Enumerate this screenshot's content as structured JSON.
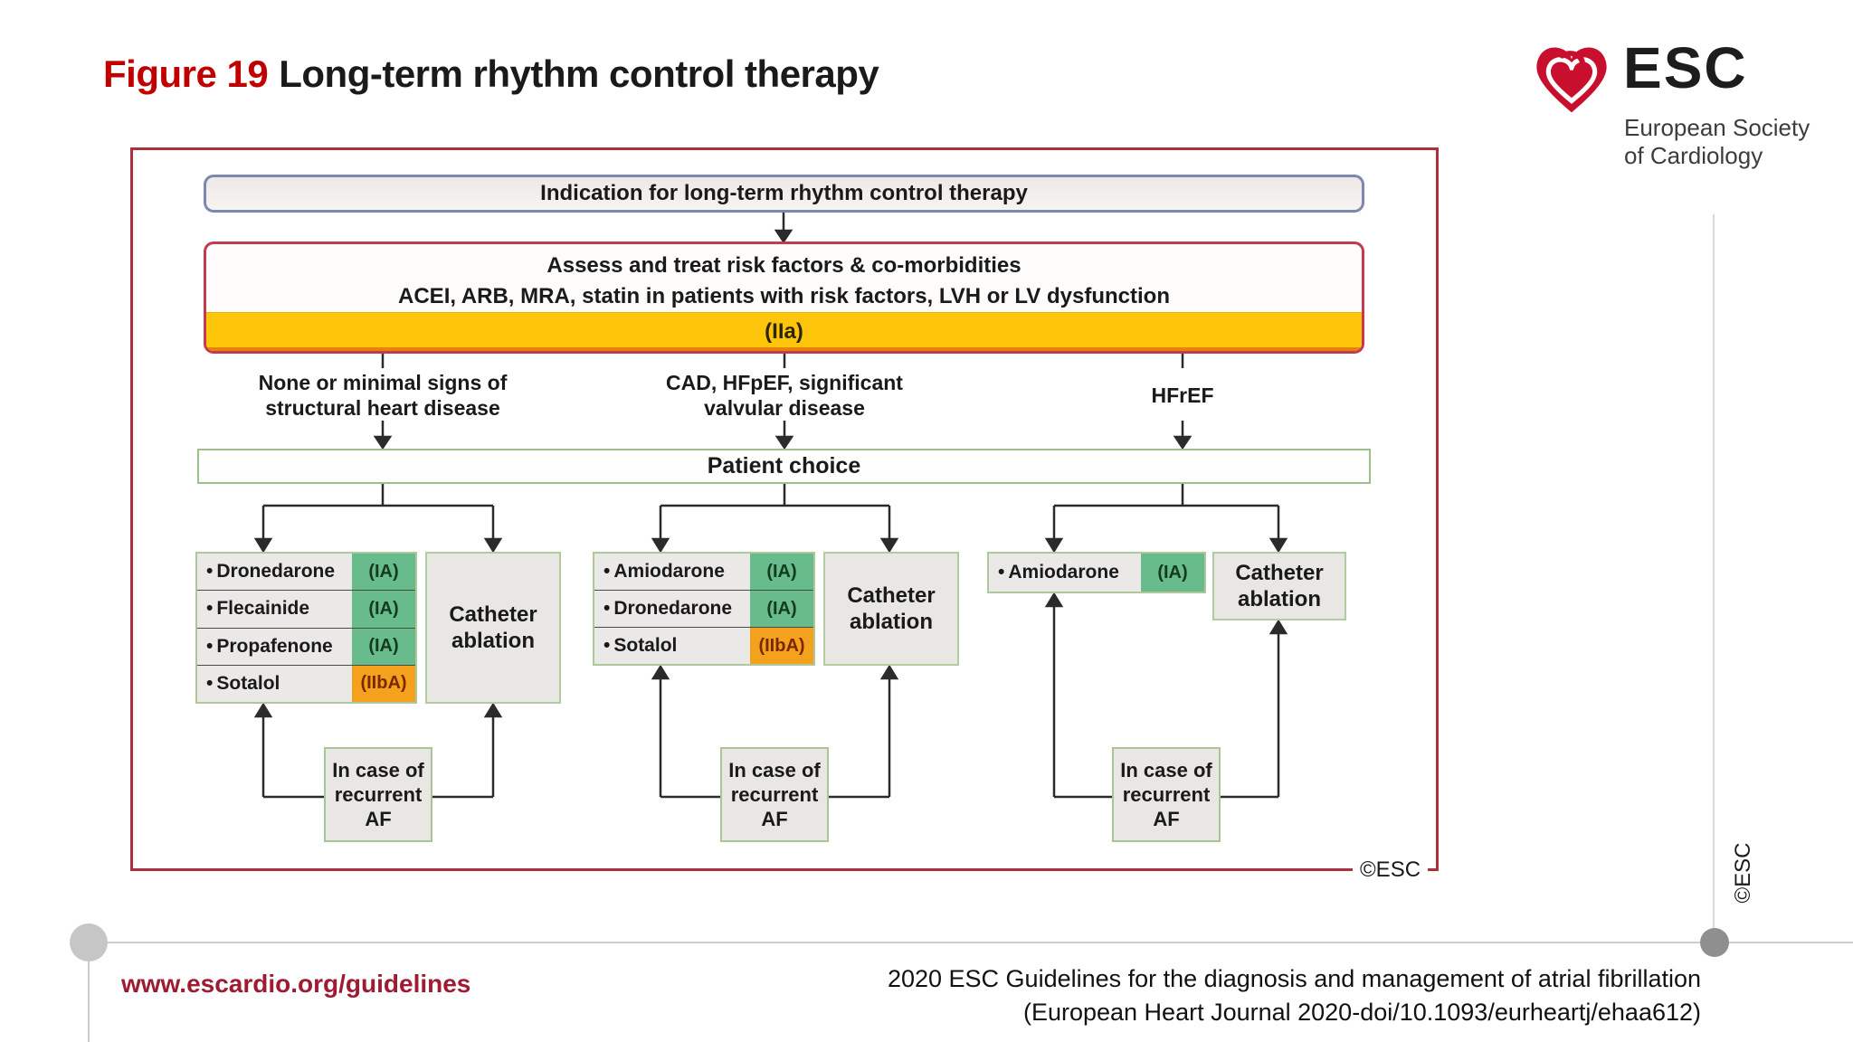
{
  "title": {
    "prefix": "Figure 19",
    "text": "Long-term rhythm control therapy"
  },
  "logo": {
    "abbr": "ESC",
    "society_line1": "European Society",
    "society_line2": "of Cardiology"
  },
  "diagram": {
    "copyright": "©ESC",
    "indication": "Indication for long-term rhythm control therapy",
    "assess": {
      "line1": "Assess and treat risk factors & co-morbidities",
      "line2": "ACEI, ARB, MRA, statin in patients with risk factors, LVH or LV dysfunction",
      "recommendation": "(IIa)"
    },
    "branches": [
      {
        "label_line1": "None or minimal signs of",
        "label_line2": "structural heart disease"
      },
      {
        "label_line1": "CAD, HFpEF, significant",
        "label_line2": "valvular disease"
      },
      {
        "label_line1": "HFrEF",
        "label_line2": ""
      }
    ],
    "patient_choice": "Patient choice",
    "columns": [
      {
        "drugs": [
          {
            "name": "Dronedarone",
            "grade": "(IA)",
            "level": "green"
          },
          {
            "name": "Flecainide",
            "grade": "(IA)",
            "level": "green"
          },
          {
            "name": "Propafenone",
            "grade": "(IA)",
            "level": "green"
          },
          {
            "name": "Sotalol",
            "grade": "(IIbA)",
            "level": "orange"
          }
        ],
        "ablation": "Catheter ablation",
        "recurrent": "In case of recurrent AF"
      },
      {
        "drugs": [
          {
            "name": "Amiodarone",
            "grade": "(IA)",
            "level": "green"
          },
          {
            "name": "Dronedarone",
            "grade": "(IA)",
            "level": "green"
          },
          {
            "name": "Sotalol",
            "grade": "(IIbA)",
            "level": "orange"
          }
        ],
        "ablation": "Catheter ablation",
        "recurrent": "In case of recurrent AF"
      },
      {
        "drugs": [
          {
            "name": "Amiodarone",
            "grade": "(IA)",
            "level": "green"
          }
        ],
        "ablation": "Catheter ablation",
        "recurrent": "In case of recurrent AF"
      }
    ]
  },
  "footer": {
    "link": "www.escardio.org/guidelines",
    "citation_line1": "2020 ESC Guidelines for the diagnosis and management of atrial fibrillation",
    "citation_line2": "(European Heart Journal 2020-doi/10.1093/eurheartj/ehaa612)",
    "copyright_vertical": "©ESC"
  },
  "colors": {
    "brand_red": "#c00000",
    "container_border": "#ab2f3f",
    "indication_border": "#7d87b2",
    "assess_border": "#c23b50",
    "recommendation_yellow": "#fdc60a",
    "green_grade": "#68bb8a",
    "orange_grade": "#f4a11d",
    "box_green_border": "#aec89c",
    "box_fill": "#ebe9e7",
    "link_red": "#9e1b32",
    "esc_heart_red": "#c8102e"
  }
}
